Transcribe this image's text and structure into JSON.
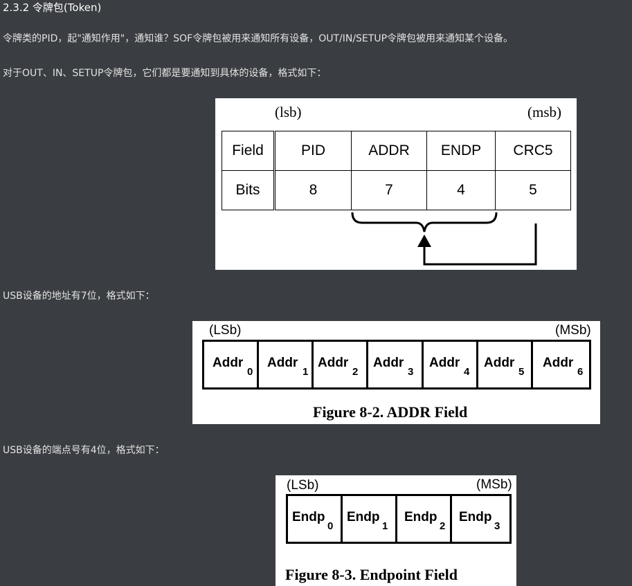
{
  "heading": "2.3.2 令牌包(Token)",
  "para1": "令牌类的PID，起\"通知作用\"，通知谁？SOF令牌包被用来通知所有设备，OUT/IN/SETUP令牌包被用来通知某个设备。",
  "para2": "对于OUT、IN、SETUP令牌包，它们都是要通知到具体的设备，格式如下：",
  "fig1": {
    "lsb": "(lsb)",
    "msb": "(msb)",
    "row1": [
      "Field",
      "PID",
      "ADDR",
      "ENDP",
      "CRC5"
    ],
    "row2": [
      "Bits",
      "8",
      "7",
      "4",
      "5"
    ]
  },
  "para3": "USB设备的地址有7位，格式如下：",
  "fig2": {
    "lsb": "(LSb)",
    "msb": "(MSb)",
    "cells": [
      {
        "name": "Addr",
        "sub": "0"
      },
      {
        "name": "Addr",
        "sub": "1"
      },
      {
        "name": "Addr",
        "sub": "2"
      },
      {
        "name": "Addr",
        "sub": "3"
      },
      {
        "name": "Addr",
        "sub": "4"
      },
      {
        "name": "Addr",
        "sub": "5"
      },
      {
        "name": "Addr",
        "sub": "6"
      }
    ],
    "caption": "Figure 8-2.  ADDR Field"
  },
  "para4": "USB设备的端点号有4位，格式如下：",
  "fig3": {
    "lsb": "(LSb)",
    "msb": "(MSb)",
    "cells": [
      {
        "name": "Endp",
        "sub": "0"
      },
      {
        "name": "Endp",
        "sub": "1"
      },
      {
        "name": "Endp",
        "sub": "2"
      },
      {
        "name": "Endp",
        "sub": "3"
      }
    ],
    "caption": "Figure 8-3.  Endpoint Field"
  }
}
